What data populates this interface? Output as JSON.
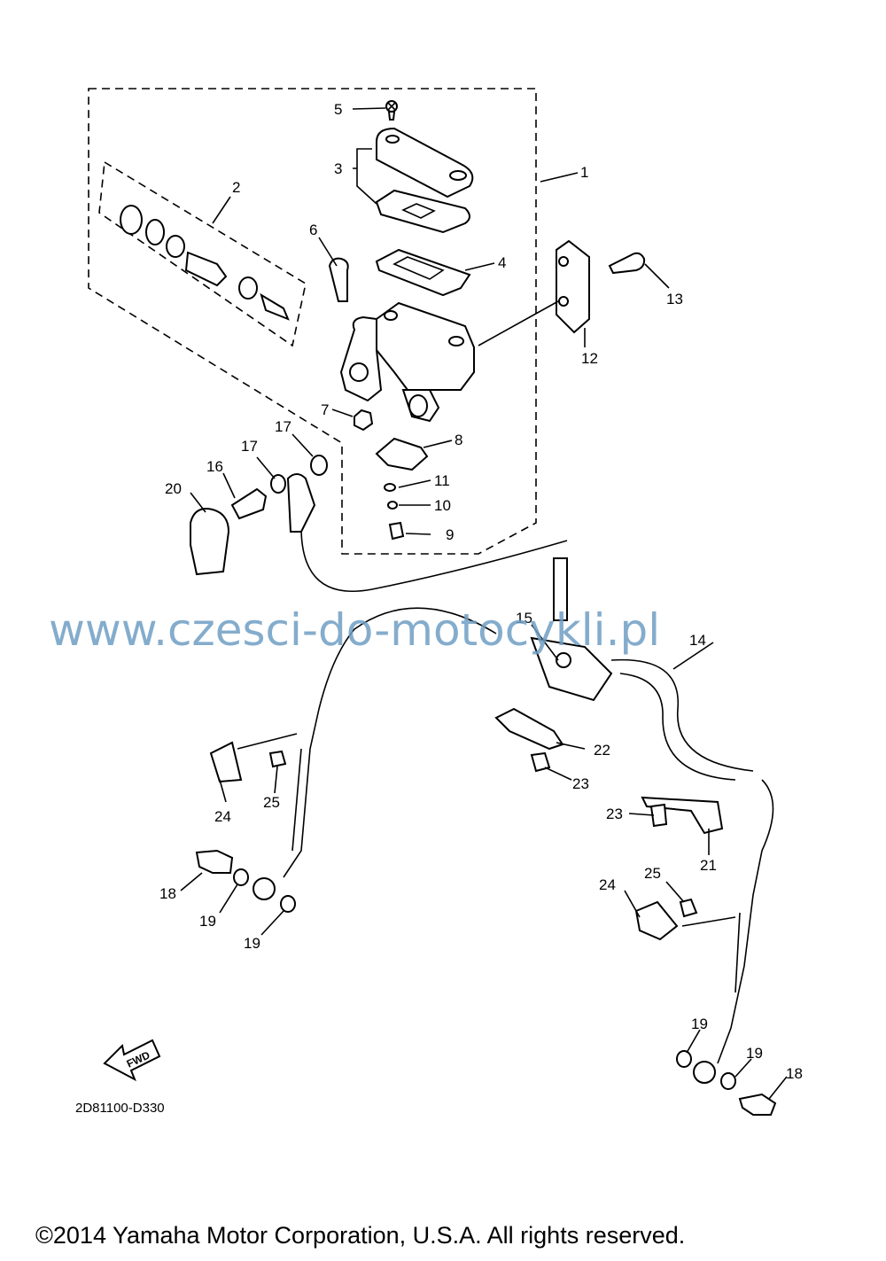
{
  "labels": [
    {
      "id": "l1",
      "text": "1"
    },
    {
      "id": "l2",
      "text": "2"
    },
    {
      "id": "l3",
      "text": "3"
    },
    {
      "id": "l4",
      "text": "4"
    },
    {
      "id": "l5",
      "text": "5"
    },
    {
      "id": "l6",
      "text": "6"
    },
    {
      "id": "l7",
      "text": "7"
    },
    {
      "id": "l8",
      "text": "8"
    },
    {
      "id": "l9",
      "text": "9"
    },
    {
      "id": "l10",
      "text": "10"
    },
    {
      "id": "l11",
      "text": "11"
    },
    {
      "id": "l12",
      "text": "12"
    },
    {
      "id": "l13",
      "text": "13"
    },
    {
      "id": "l14",
      "text": "14"
    },
    {
      "id": "l15",
      "text": "15"
    },
    {
      "id": "l16",
      "text": "16"
    },
    {
      "id": "l17a",
      "text": "17"
    },
    {
      "id": "l17b",
      "text": "17"
    },
    {
      "id": "l18a",
      "text": "18"
    },
    {
      "id": "l18b",
      "text": "18"
    },
    {
      "id": "l19a",
      "text": "19"
    },
    {
      "id": "l19b",
      "text": "19"
    },
    {
      "id": "l19c",
      "text": "19"
    },
    {
      "id": "l19d",
      "text": "19"
    },
    {
      "id": "l20",
      "text": "20"
    },
    {
      "id": "l21",
      "text": "21"
    },
    {
      "id": "l22",
      "text": "22"
    },
    {
      "id": "l23a",
      "text": "23"
    },
    {
      "id": "l23b",
      "text": "23"
    },
    {
      "id": "l24a",
      "text": "24"
    },
    {
      "id": "l24b",
      "text": "24"
    },
    {
      "id": "l25a",
      "text": "25"
    },
    {
      "id": "l25b",
      "text": "25"
    }
  ],
  "watermark": "www.czesci-do-motocykli.pl",
  "fwd_label": "FWD",
  "diagram_code": "2D81100-D330",
  "copyright": "©2014 Yamaha Motor Corporation, U.S.A. All rights reserved.",
  "colors": {
    "watermark": "#6f9ec4",
    "ink": "#000000"
  }
}
